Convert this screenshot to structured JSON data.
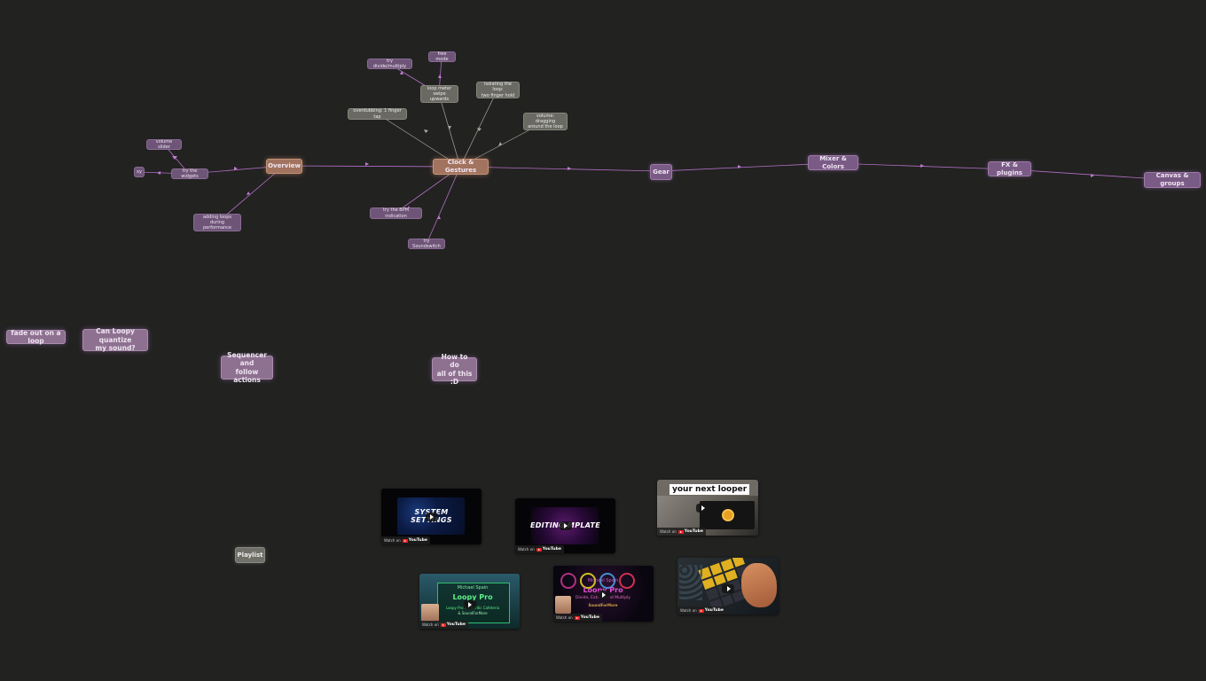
{
  "colors": {
    "background": "#222221",
    "edge": "#b26fc4",
    "edge_gray": "#a8a89c",
    "node_purple": "#7a5b86",
    "node_orange": "#a2735e",
    "node_gray": "#6a6a63"
  },
  "nodes": {
    "overview": "Overview",
    "clock_gestures": "Clock & Gestures",
    "gear": "Gear",
    "mixer_colors": "Mixer & Colors",
    "fx_plugins": "FX & plugins",
    "canvas_groups": "Canvas & groups",
    "volume_slider": "volume slider",
    "xy": "xy",
    "try_widgets": "try the widgets",
    "adding_loops": "adding loops during\nperformance",
    "try_divide": "try divide/multiply",
    "free_mode": "free mode",
    "loop_meter": "loop meter\nswipe upwards",
    "isolating_loop": "isolating the loop:\ntwo finger hold",
    "overdubbing": "overdubbing: 1 finger tap",
    "volume_dragging": "volume: dragging\naround the loop",
    "try_bpm": "try the BPM indication",
    "try_soundswitch": "try Soundswitch",
    "fade_out": "fade out on a loop",
    "quantize": "Can Loopy quantize\nmy sound?",
    "sequencer": "Sequencer and\nfollow actions",
    "how_to": "How to do\nall of this :D",
    "playlist": "Playlist"
  },
  "videos": {
    "watch_on": "Watch on",
    "youtube": "YouTube",
    "v1_title": "SYSTEM\nSETTINGS",
    "v2_title": "EDITING   MPLATE",
    "v3_title": "your next looper",
    "v4_line1": "Michael Spain",
    "v4_line2": "Loopy Pro",
    "v4_line3": "Loopy Pro for Nordic Cafeteria",
    "v4_line4": "& SoundForMore",
    "v5_line1": "Michael Spain",
    "v5_line2": "Loopy Pro",
    "v5_line3": "Divide, Extend and Multiply",
    "v5_line4": "SoundForMore"
  },
  "icons": {
    "play": "play-button-icon",
    "youtube": "youtube-logo-icon",
    "arrow": "arrow-marker-icon"
  }
}
